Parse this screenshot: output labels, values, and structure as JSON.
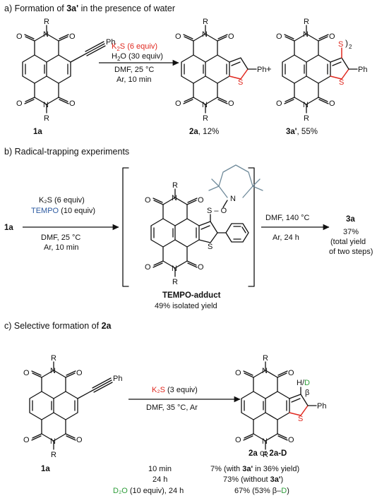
{
  "section_a": {
    "title_prefix": "a) Formation of ",
    "title_bold": "3a'",
    "title_suffix": " in the presence of water",
    "reagent1_k": "K",
    "reagent1_sub": "2",
    "reagent1_rest": "S (6 equiv)",
    "reagent2_h": "H",
    "reagent2_sub": "2",
    "reagent2_rest": "O (30 equiv)",
    "condition1": "DMF, 25 °C",
    "condition2": "Ar, 10 min",
    "sm_label": "1a",
    "product1_label": "2a",
    "product1_yield": ", 12%",
    "product2_label": "3a'",
    "product2_yield": ", 55%",
    "plus": "+",
    "ph": "Ph",
    "r": "R",
    "n": "N",
    "o": "O",
    "s": "S",
    "bracket_sub": "2"
  },
  "section_b": {
    "title": "b) Radical-trapping experiments",
    "reagent1": "K₂S (6 equiv)",
    "reagent2": "TEMPO",
    "reagent2_rest": " (10 equiv)",
    "condition1": "DMF, 25 °C",
    "condition2": "Ar, 10 min",
    "sm_label": "1a",
    "adduct_label": "TEMPO-adduct",
    "adduct_yield": "49% isolated yield",
    "step2_cond1": "DMF, 140 °C",
    "step2_cond2": "Ar, 24 h",
    "product_label": "3a",
    "product_yield": "37%",
    "product_note1": "(total yield",
    "product_note2": "of two steps)",
    "s_o": "S – O",
    "n": "N"
  },
  "section_c": {
    "title_prefix": "c) Selective formation of ",
    "title_bold": "2a",
    "reagent": "K₂S",
    "reagent_rest": " (3 equiv)",
    "condition": "DMF, 35 °C, Ar",
    "sm_label": "1a",
    "product_label_a": "2a",
    "product_or": " or ",
    "product_label_b": "2a-D",
    "hd_h": "H/",
    "hd_d": "D",
    "beta": "β",
    "rows": [
      {
        "cond": "10 min",
        "result_pre": "7% (with ",
        "result_bold": "3a'",
        "result_post": " in 36% yield)"
      },
      {
        "cond": "24 h",
        "result_pre": "73% (without ",
        "result_bold": "3a'",
        "result_post": ")"
      },
      {
        "cond_green": "D₂O",
        "cond": " (10 equiv), 24 h",
        "result_pre": "67% (53% β–",
        "result_green": "D",
        "result_post": ")"
      }
    ]
  }
}
